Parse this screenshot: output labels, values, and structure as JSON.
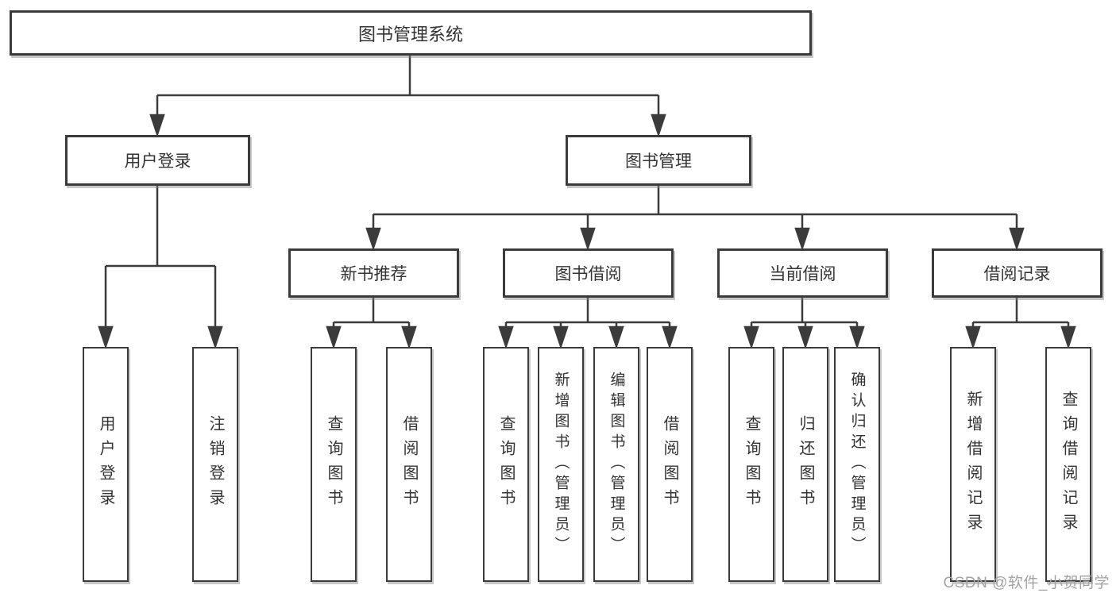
{
  "diagram": {
    "title": "图书管理系统",
    "type": "hierarchy-tree",
    "root": {
      "label": "图书管理系统"
    },
    "level1": [
      {
        "label": "用户登录"
      },
      {
        "label": "图书管理"
      }
    ],
    "level2": [
      {
        "label": "新书推荐",
        "parent": "图书管理"
      },
      {
        "label": "图书借阅",
        "parent": "图书管理"
      },
      {
        "label": "当前借阅",
        "parent": "图书管理"
      },
      {
        "label": "借阅记录",
        "parent": "图书管理"
      }
    ],
    "leaves": [
      {
        "label": "用户登录",
        "parent": "用户登录"
      },
      {
        "label": "注销登录",
        "parent": "用户登录"
      },
      {
        "label": "查询图书",
        "parent": "新书推荐"
      },
      {
        "label": "借阅图书",
        "parent": "新书推荐"
      },
      {
        "label": "查询图书",
        "parent": "图书借阅"
      },
      {
        "label": "新增图书（管理员）",
        "parent": "图书借阅"
      },
      {
        "label": "编辑图书（管理员）",
        "parent": "图书借阅"
      },
      {
        "label": "借阅图书",
        "parent": "图书借阅"
      },
      {
        "label": "查询图书",
        "parent": "当前借阅"
      },
      {
        "label": "归还图书",
        "parent": "当前借阅"
      },
      {
        "label": "确认归还（管理员）",
        "parent": "当前借阅"
      },
      {
        "label": "新增借阅记录",
        "parent": "借阅记录"
      },
      {
        "label": "查询借阅记录",
        "parent": "借阅记录"
      }
    ]
  },
  "watermark": "CSDN @软件_小贺同学",
  "colors": {
    "line": "#3b3b3b",
    "text": "#333333",
    "box_background": "#ffffff",
    "watermark": "#a3a3a3",
    "page_background": "#ffffff"
  }
}
